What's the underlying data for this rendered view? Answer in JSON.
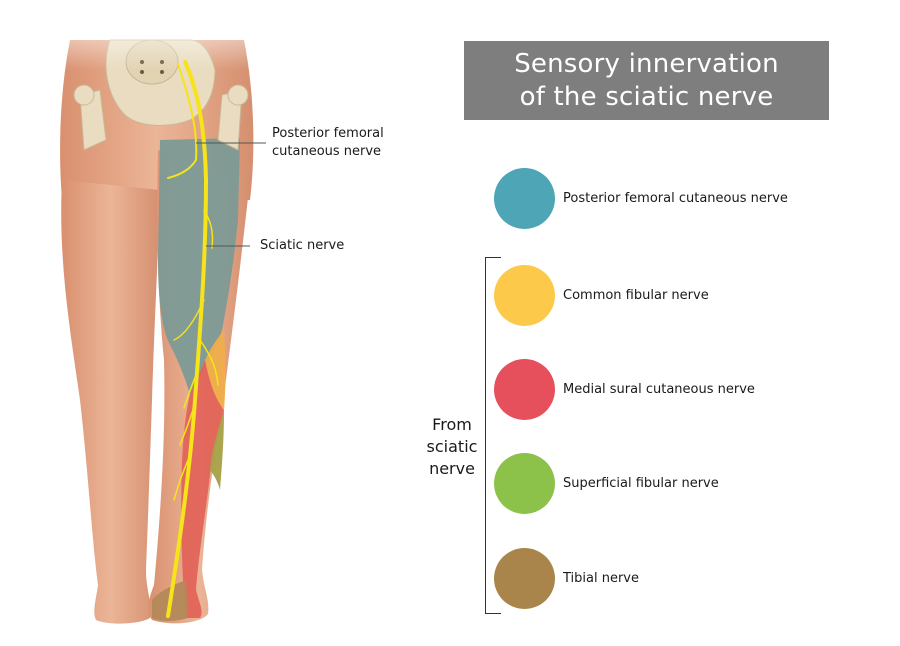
{
  "title": {
    "line1": "Sensory innervation",
    "line2": "of the sciatic nerve",
    "background_color": "#7e7e7e"
  },
  "illustration": {
    "callouts": [
      {
        "line1": "Posterior femoral",
        "line2": "cutaneous nerve"
      },
      {
        "line1": "Sciatic nerve",
        "line2": ""
      }
    ],
    "colors": {
      "skin": "#e6a98a",
      "skin_dark": "#d18d6d",
      "bone": "#e9dcc0",
      "nerve": "#f6e31a"
    }
  },
  "legend": {
    "items": [
      {
        "label": "Posterior femoral cutaneous nerve",
        "color": "#4da5b5"
      },
      {
        "label": "Common fibular nerve",
        "color": "#fdc94a"
      },
      {
        "label": "Medial sural cutaneous nerve",
        "color": "#e6505c"
      },
      {
        "label": "Superficial fibular nerve",
        "color": "#8cc24a"
      },
      {
        "label": "Tibial nerve",
        "color": "#a9854c"
      }
    ],
    "group_label": {
      "line1": "From",
      "line2": "sciatic",
      "line3": "nerve"
    }
  }
}
